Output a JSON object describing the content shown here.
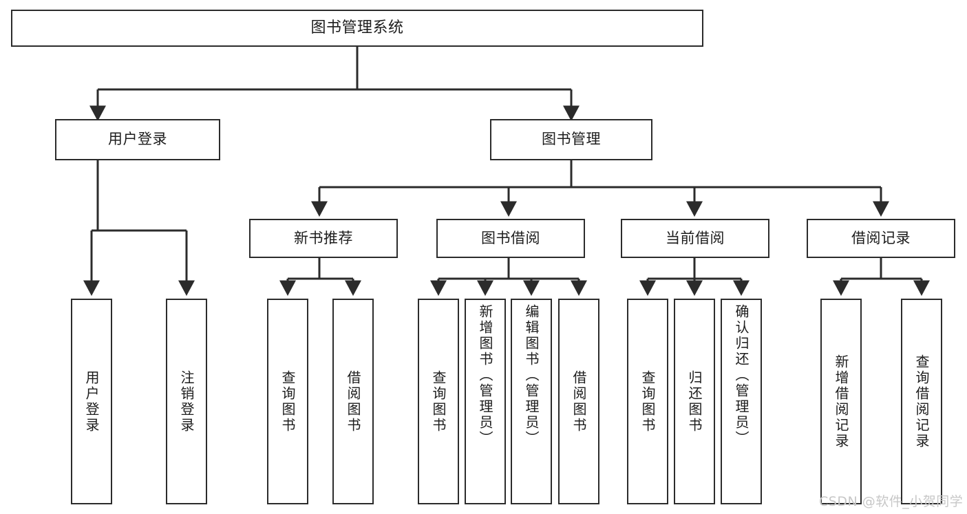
{
  "diagram": {
    "type": "tree",
    "title": "图书管理系统",
    "watermark": "CSDN @软件_小贺同学",
    "colors": {
      "box_border": "#2b2b2b",
      "box_fill": "#ffffff",
      "connector": "#2b2b2b",
      "text": "#1c1c1c",
      "watermark": "#c7c7c7"
    },
    "nodes": {
      "root": {
        "label": "图书管理系统"
      },
      "level2": [
        {
          "id": "user_login",
          "label": "用户登录"
        },
        {
          "id": "book_manage",
          "label": "图书管理"
        }
      ],
      "level3": [
        {
          "id": "new_book_rec",
          "label": "新书推荐"
        },
        {
          "id": "book_borrow",
          "label": "图书借阅"
        },
        {
          "id": "current_borrow",
          "label": "当前借阅"
        },
        {
          "id": "borrow_record",
          "label": "借阅记录"
        }
      ],
      "leaves": {
        "user_login": [
          {
            "id": "leaf_user_login",
            "label": "用户登录"
          },
          {
            "id": "leaf_logout",
            "label": "注销登录"
          }
        ],
        "new_book_rec": [
          {
            "id": "leaf_query_book_1",
            "label": "查询图书"
          },
          {
            "id": "leaf_borrow_book_1",
            "label": "借阅图书"
          }
        ],
        "book_borrow": [
          {
            "id": "leaf_query_book_2",
            "label": "查询图书"
          },
          {
            "id": "leaf_add_book",
            "label": "新增图书（管理员）"
          },
          {
            "id": "leaf_edit_book",
            "label": "编辑图书（管理员）"
          },
          {
            "id": "leaf_borrow_book_2",
            "label": "借阅图书"
          }
        ],
        "current_borrow": [
          {
            "id": "leaf_query_book_3",
            "label": "查询图书"
          },
          {
            "id": "leaf_return_book",
            "label": "归还图书"
          },
          {
            "id": "leaf_confirm_return",
            "label": "确认归还（管理员）"
          }
        ],
        "borrow_record": [
          {
            "id": "leaf_add_record",
            "label": "新增借阅记录"
          },
          {
            "id": "leaf_query_record",
            "label": "查询借阅记录"
          }
        ]
      }
    }
  }
}
